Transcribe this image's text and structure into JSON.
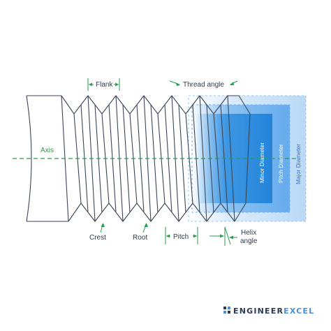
{
  "labels": {
    "flank": "Flank",
    "thread_angle": "Thread angle",
    "axis": "Axis",
    "crest": "Crest",
    "root": "Root",
    "pitch": "Pitch",
    "helix_angle_line1": "Helix",
    "helix_angle_line2": "angle",
    "minor_diameter": "Minor Diameter",
    "pitch_diameter": "Pitch Diameter",
    "major_diameter": "Major Diameter"
  },
  "brand": {
    "name_part1": "ENGINEER",
    "name_part2": "EXCEL",
    "color_part1": "#2b3a55",
    "color_part2": "#4a90d9"
  },
  "colors": {
    "outline": "#3a4658",
    "accent_green": "#2a9d4e",
    "minor_fill": "#2f8fe0",
    "pitch_fill": "#6fb2f0",
    "major_fill": "#bfdcf7"
  }
}
